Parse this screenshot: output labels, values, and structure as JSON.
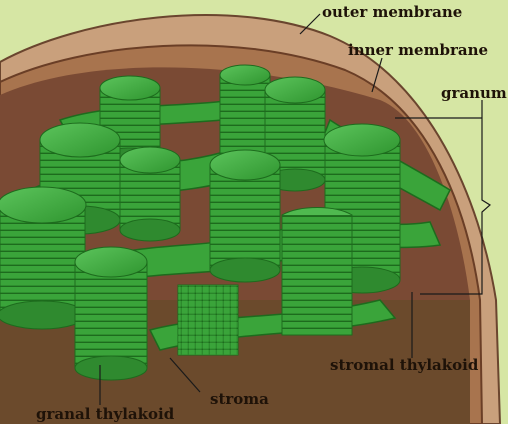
{
  "diagram": {
    "labels": {
      "outer_membrane": "outer membrane",
      "inner_membrane": "inner membrane",
      "granum": "granum",
      "stromal_thylakoid": "stromal thylakoid",
      "stroma": "stroma",
      "granal_thylakoid": "granal thylakoid"
    },
    "colors": {
      "background": "#d6e6a4",
      "outer_membrane": "#c9a07c",
      "inner_membrane": "#8f5a3a",
      "stroma": "#7a4a34",
      "thylakoid_green": "#3aa43a",
      "thylakoid_dark": "#1d6b1d",
      "leader_line": "#1a1a1a"
    }
  }
}
